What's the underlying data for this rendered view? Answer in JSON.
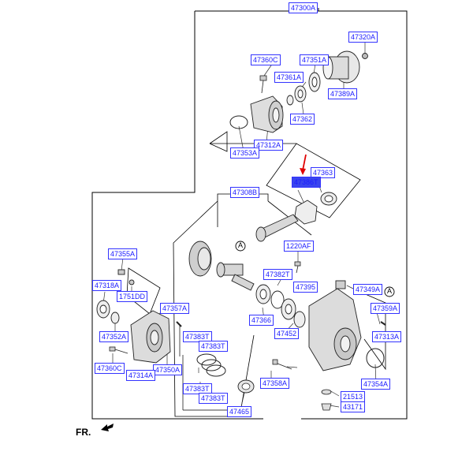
{
  "assembly_label": "47300A",
  "part_labels": [
    {
      "id": "47320A",
      "text": "47320A"
    },
    {
      "id": "47360C_top",
      "text": "47360C"
    },
    {
      "id": "47351A",
      "text": "47351A"
    },
    {
      "id": "47361A",
      "text": "47361A"
    },
    {
      "id": "47389A",
      "text": "47389A"
    },
    {
      "id": "47362",
      "text": "47362"
    },
    {
      "id": "47312A",
      "text": "47312A"
    },
    {
      "id": "47353A",
      "text": "47353A"
    },
    {
      "id": "47363",
      "text": "47363"
    },
    {
      "id": "47386T",
      "text": "47386T"
    },
    {
      "id": "47308B",
      "text": "47308B"
    },
    {
      "id": "47355A",
      "text": "47355A"
    },
    {
      "id": "1220AF",
      "text": "1220AF"
    },
    {
      "id": "47318A",
      "text": "47318A"
    },
    {
      "id": "1751DD",
      "text": "1751DD"
    },
    {
      "id": "47382T",
      "text": "47382T"
    },
    {
      "id": "47395",
      "text": "47395"
    },
    {
      "id": "47349A",
      "text": "47349A"
    },
    {
      "id": "47359A",
      "text": "47359A"
    },
    {
      "id": "47357A",
      "text": "47357A"
    },
    {
      "id": "47366",
      "text": "47366"
    },
    {
      "id": "47352A",
      "text": "47352A"
    },
    {
      "id": "47383T_a",
      "text": "47383T"
    },
    {
      "id": "47383T_b",
      "text": "47383T"
    },
    {
      "id": "47452",
      "text": "47452"
    },
    {
      "id": "47313A",
      "text": "47313A"
    },
    {
      "id": "47360C_bot",
      "text": "47360C"
    },
    {
      "id": "47350A",
      "text": "47350A"
    },
    {
      "id": "47314A",
      "text": "47314A"
    },
    {
      "id": "47383T_c",
      "text": "47383T"
    },
    {
      "id": "47383T_d",
      "text": "47383T"
    },
    {
      "id": "47358A",
      "text": "47358A"
    },
    {
      "id": "21513",
      "text": "21513"
    },
    {
      "id": "47354A",
      "text": "47354A"
    },
    {
      "id": "43171",
      "text": "43171"
    },
    {
      "id": "47465",
      "text": "47465"
    }
  ],
  "ref_markers": [
    "A",
    "A"
  ],
  "fr_label": "FR.",
  "highlight_color": "#3a45ee",
  "label_color": "#1a1aff",
  "pointer_color": "#e00000"
}
